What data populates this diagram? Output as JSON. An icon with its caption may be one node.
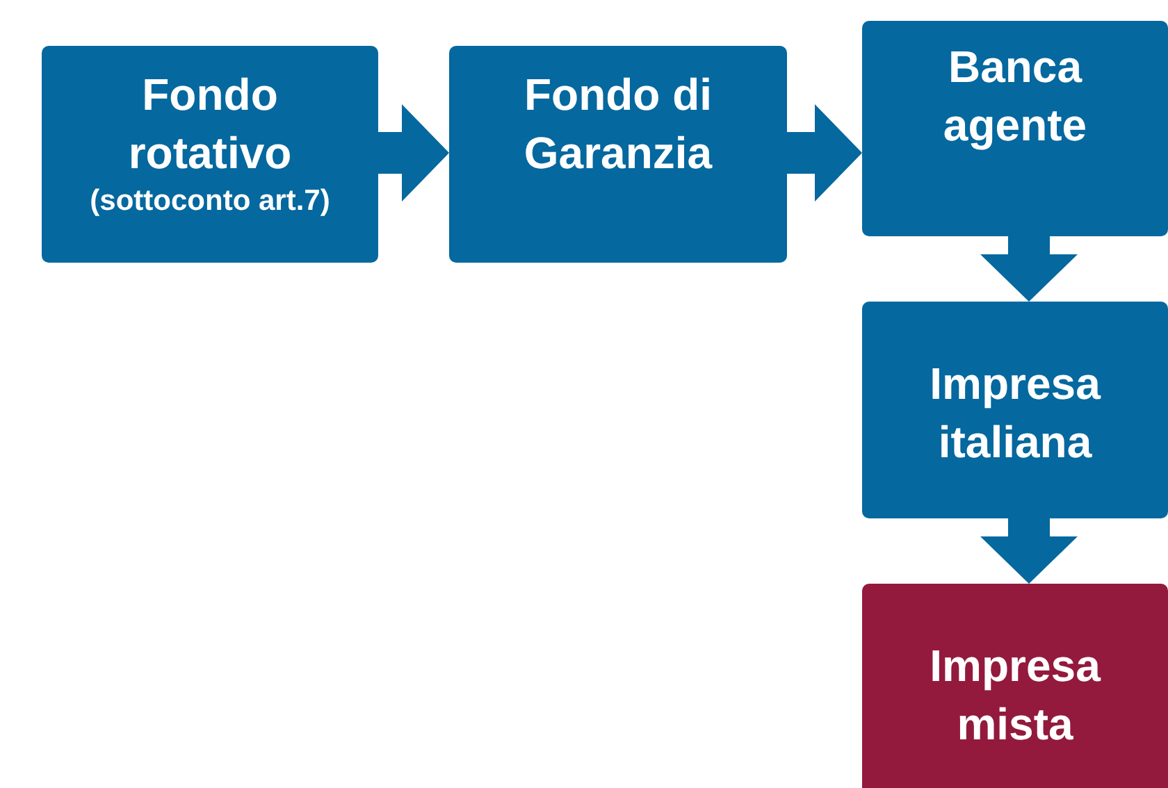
{
  "diagram": {
    "nodes": [
      {
        "text": [
          "Fondo rotativo",
          "(sottoconto art.7)"
        ]
      },
      {
        "text": [
          "Fondo di Garanzia"
        ]
      },
      {
        "text": [
          "Banca agente"
        ]
      },
      {
        "text": [
          "Impresa italiana"
        ]
      },
      {
        "text": [
          "Impresa mista"
        ]
      }
    ],
    "edges": [
      {
        "from": 0,
        "to": 1,
        "arrow": "to"
      },
      {
        "from": 1,
        "to": 2,
        "arrow": "to"
      },
      {
        "from": 2,
        "to": 3,
        "arrow": "to"
      },
      {
        "from": 3,
        "to": 4,
        "arrow": "to",
        "color": "#05689f"
      }
    ]
  }
}
